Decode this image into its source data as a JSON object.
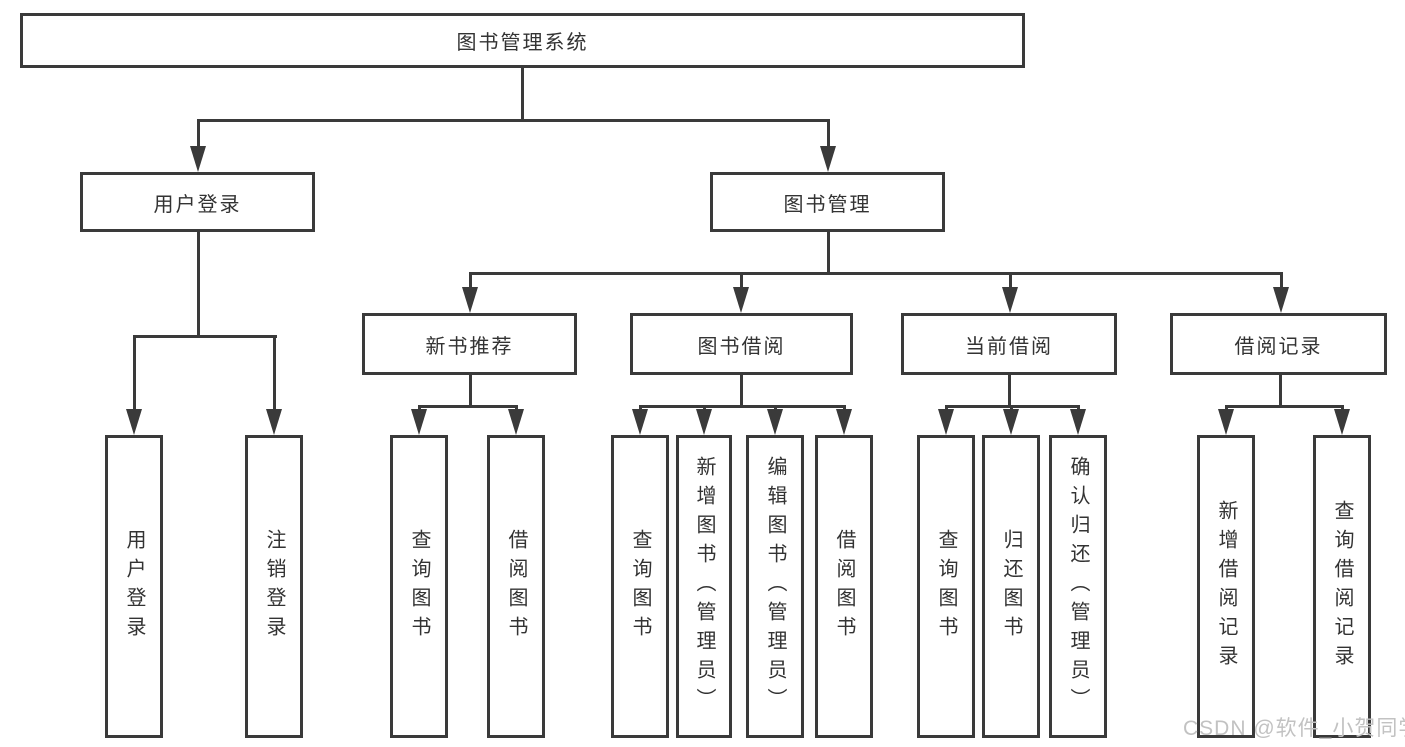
{
  "diagram": {
    "root": {
      "label": "图书管理系统"
    },
    "branches": [
      {
        "label": "用户登录",
        "children": [
          {
            "label": "用户登录"
          },
          {
            "label": "注销登录"
          }
        ]
      },
      {
        "label": "图书管理",
        "children": [
          {
            "label": "新书推荐",
            "children": [
              {
                "label": "查询图书"
              },
              {
                "label": "借阅图书"
              }
            ]
          },
          {
            "label": "图书借阅",
            "children": [
              {
                "label": "查询图书"
              },
              {
                "label": "新增图书（管理员）"
              },
              {
                "label": "编辑图书（管理员）"
              },
              {
                "label": "借阅图书"
              }
            ]
          },
          {
            "label": "当前借阅",
            "children": [
              {
                "label": "查询图书"
              },
              {
                "label": "归还图书"
              },
              {
                "label": "确认归还（管理员）"
              }
            ]
          },
          {
            "label": "借阅记录",
            "children": [
              {
                "label": "新增借阅记录"
              },
              {
                "label": "查询借阅记录"
              }
            ]
          }
        ]
      }
    ]
  },
  "watermark": {
    "text": "CSDN @软件_小贺同学"
  },
  "colors": {
    "line": "#3a3a3a",
    "text": "#333333",
    "background": "#ffffff",
    "watermark": "#c2c2c2"
  }
}
